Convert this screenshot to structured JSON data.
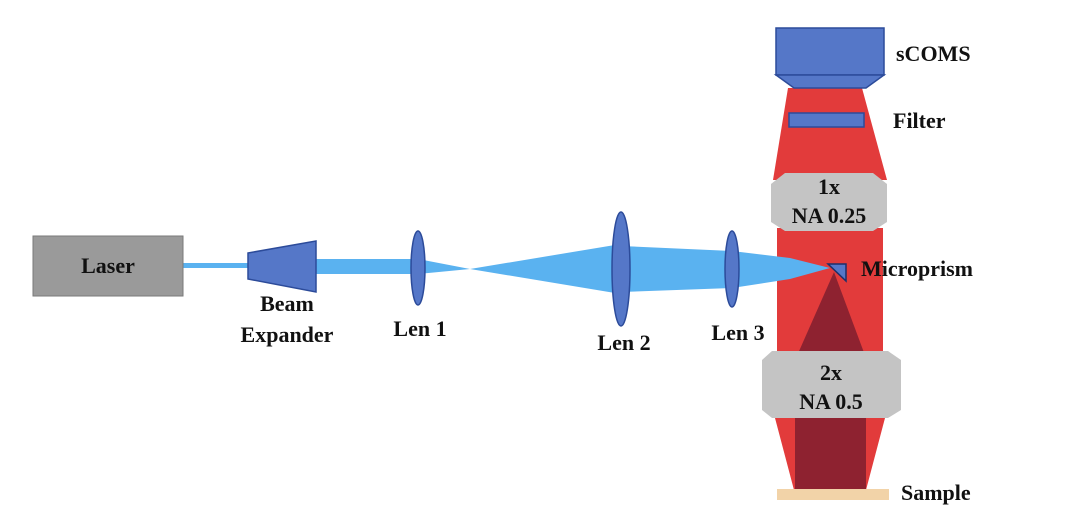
{
  "labels": {
    "laser": "Laser",
    "beam_expander_line1": "Beam",
    "beam_expander_line2": "Expander",
    "len1": "Len 1",
    "len2": "Len 2",
    "len3": "Len 3",
    "scoms": "sCOMS",
    "filter": "Filter",
    "objective_top_line1": "1x",
    "objective_top_line2": "NA 0.25",
    "microprism": "Microprism",
    "objective_bottom_line1": "2x",
    "objective_bottom_line2": "NA 0.5",
    "sample": "Sample"
  },
  "colors": {
    "laser_beam": "#5ab2f0",
    "emission": "#e23b3b",
    "emission_dark": "#8e2230",
    "optic_blue": "#5577c8",
    "optic_stroke": "#2c4b9a",
    "laser_box": "#9a9a9a",
    "objective": "#c4c4c4",
    "sample": "#f2d3a8"
  }
}
